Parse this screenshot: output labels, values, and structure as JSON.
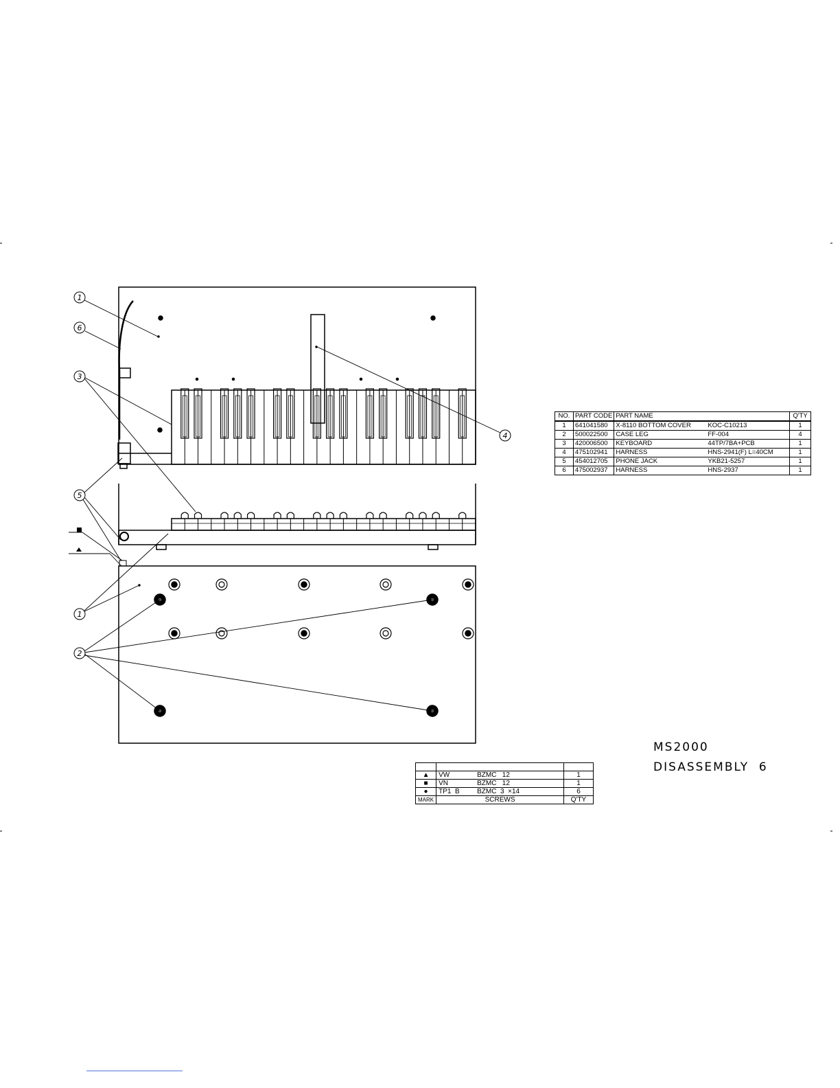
{
  "callouts": {
    "c1": "1",
    "c2": "2",
    "c3": "3",
    "c4": "4",
    "c5": "5",
    "c6": "6"
  },
  "parts_table": {
    "headers": {
      "no": "NO.",
      "code": "PART CODE",
      "name": "PART NAME",
      "qty": "Q'TY"
    },
    "rows": [
      {
        "no": "1",
        "code": "641041580",
        "name": "X-8110 BOTTOM COVER",
        "spec": "KOC-C10213",
        "qty": "1"
      },
      {
        "no": "2",
        "code": "500022500",
        "name": "CASE LEG",
        "spec": "FF-004",
        "qty": "4"
      },
      {
        "no": "3",
        "code": "420006500",
        "name": "KEYBOARD",
        "spec": "44TP/7BA+PCB",
        "qty": "1"
      },
      {
        "no": "4",
        "code": "475102941",
        "name": "HARNESS",
        "spec": "HNS-2941(F) L=40CM",
        "qty": "1"
      },
      {
        "no": "5",
        "code": "454012705",
        "name": "PHONE JACK",
        "spec": "YKB21-5257",
        "qty": "1"
      },
      {
        "no": "6",
        "code": "475002937",
        "name": "HARNESS",
        "spec": "HNS-2937",
        "qty": "1"
      }
    ]
  },
  "screws_table": {
    "rows": [
      {
        "mark": "▲",
        "kind": "VW",
        "size": "BZMC   12",
        "qty": "1"
      },
      {
        "mark": "■",
        "kind": "VN",
        "size": "BZMC   12",
        "qty": "1"
      },
      {
        "mark": "●",
        "kind": "TP1  B",
        "size": "BZMC  3  ×14",
        "qty": "6"
      }
    ],
    "footer": {
      "mark": "MARK",
      "label": "SCREWS",
      "qty": "Q'TY"
    }
  },
  "title": {
    "model": "MS2000",
    "sheet": "DISASSEMBLY  6"
  }
}
